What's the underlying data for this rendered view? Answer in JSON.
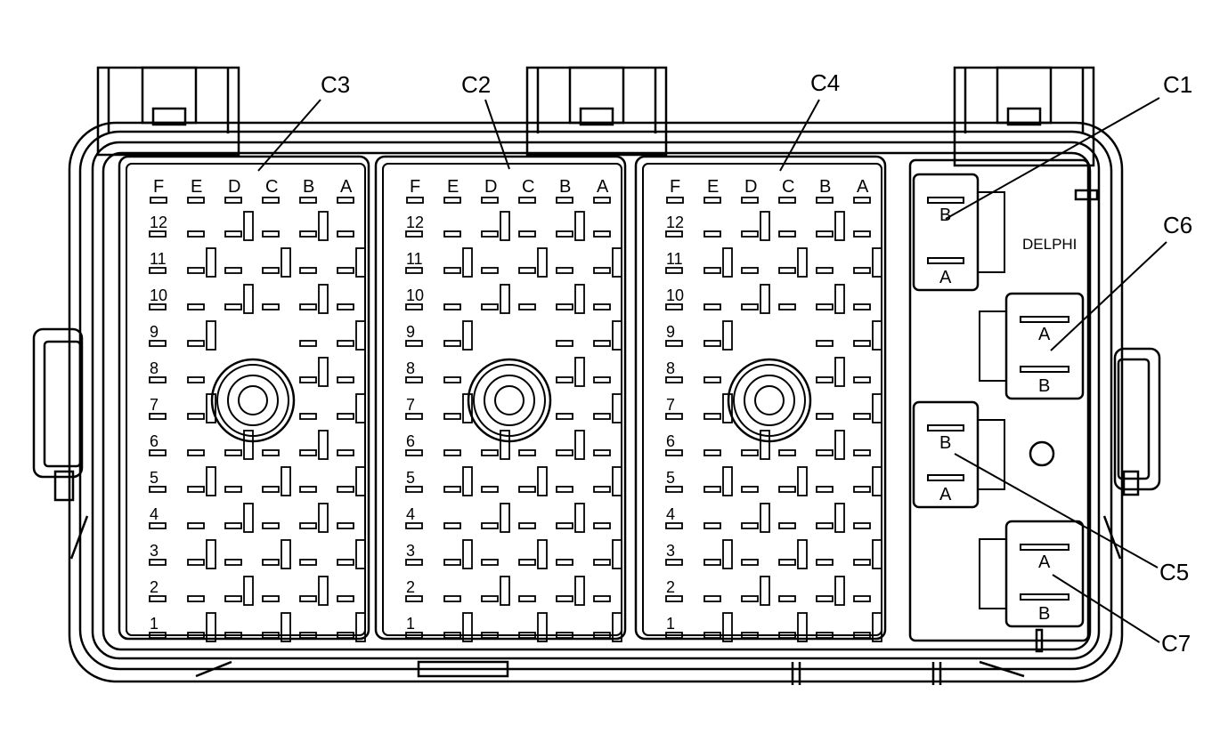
{
  "brand": "DELPHI",
  "callouts": [
    "C3",
    "C2",
    "C4",
    "C1",
    "C6",
    "C5",
    "C7"
  ],
  "connectors": [
    {
      "id": "C3",
      "columns": [
        "F",
        "E",
        "D",
        "C",
        "B",
        "A"
      ],
      "rows": [
        "12",
        "11",
        "10",
        "9",
        "8",
        "7",
        "6",
        "5",
        "4",
        "3",
        "2",
        "1"
      ]
    },
    {
      "id": "C2",
      "columns": [
        "F",
        "E",
        "D",
        "C",
        "B",
        "A"
      ],
      "rows": [
        "12",
        "11",
        "10",
        "9",
        "8",
        "7",
        "6",
        "5",
        "4",
        "3",
        "2",
        "1"
      ]
    },
    {
      "id": "C4",
      "columns": [
        "F",
        "E",
        "D",
        "C",
        "B",
        "A"
      ],
      "rows": [
        "12",
        "11",
        "10",
        "9",
        "8",
        "7",
        "6",
        "5",
        "4",
        "3",
        "2",
        "1"
      ]
    }
  ],
  "small_connectors": [
    {
      "id": "C1",
      "pins": [
        "B",
        "A"
      ]
    },
    {
      "id": "C6",
      "pins": [
        "A",
        "B"
      ]
    },
    {
      "id": "C5",
      "pins": [
        "B",
        "A"
      ]
    },
    {
      "id": "C7",
      "pins": [
        "A",
        "B"
      ]
    }
  ]
}
